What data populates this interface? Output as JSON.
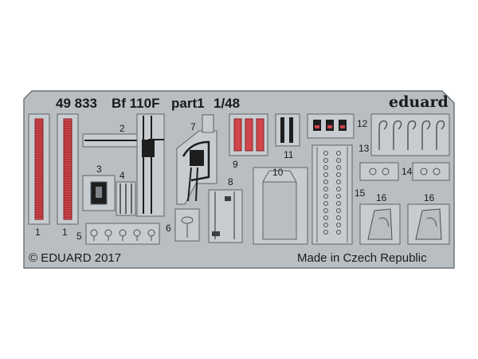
{
  "header": {
    "code": "49 833",
    "model": "Bf 110F",
    "part": "part1",
    "scale": "1/48",
    "brand": "eduard"
  },
  "footer": {
    "copyright": "© EDUARD 2017",
    "origin": "Made in Czech Republic"
  },
  "part_numbers": [
    "1",
    "1",
    "2",
    "3",
    "4",
    "5",
    "6",
    "7",
    "8",
    "9",
    "10",
    "11",
    "12",
    "13",
    "14",
    "15",
    "16",
    "16"
  ],
  "colors": {
    "fret": "#b9bec2",
    "fret_edge": "#6f7579",
    "part": "#c7ccd0",
    "part_edge": "#5d6367",
    "dark": "#1e1e1e",
    "red": "#d0464b"
  }
}
